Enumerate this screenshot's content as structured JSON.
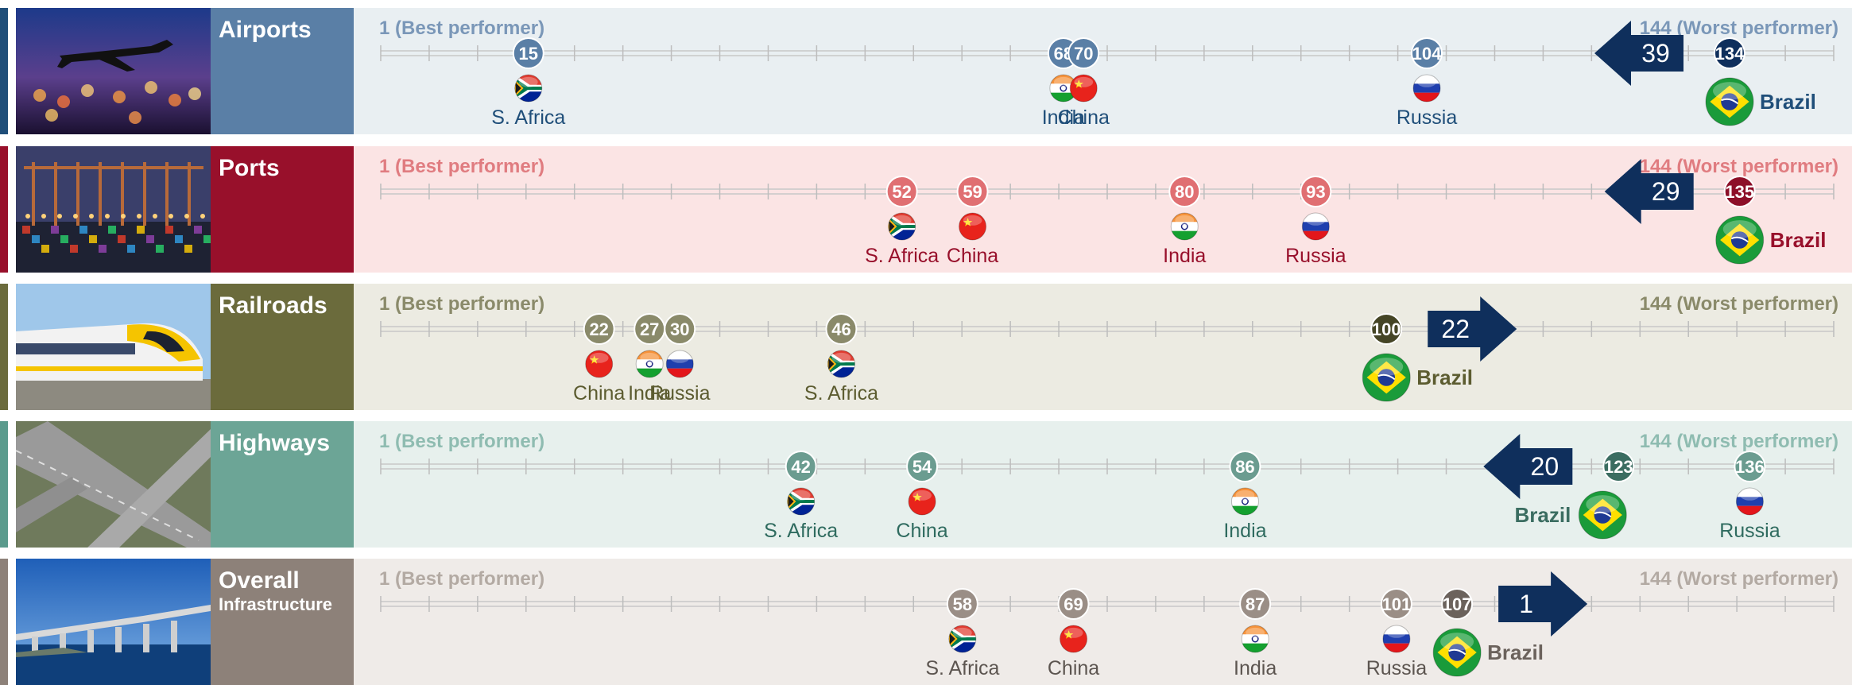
{
  "chart_data": [
    {
      "type": "scatter",
      "title": "Airports",
      "xlim": [
        1,
        144
      ],
      "min_label": "1 (Best performer)",
      "max_label": "144 (Worst performer)",
      "points": [
        {
          "country": "S. Africa",
          "rank": 15
        },
        {
          "country": "India",
          "rank": 68
        },
        {
          "country": "China",
          "rank": 70
        },
        {
          "country": "Russia",
          "rank": 104
        },
        {
          "country": "Brazil",
          "rank": 134
        }
      ],
      "arrow": {
        "value": "39",
        "direction": "left"
      }
    },
    {
      "type": "scatter",
      "title": "Ports",
      "xlim": [
        1,
        144
      ],
      "min_label": "1 (Best performer)",
      "max_label": "144 (Worst performer)",
      "points": [
        {
          "country": "S. Africa",
          "rank": 52
        },
        {
          "country": "China",
          "rank": 59
        },
        {
          "country": "India",
          "rank": 80
        },
        {
          "country": "Russia",
          "rank": 93
        },
        {
          "country": "Brazil",
          "rank": 135
        }
      ],
      "arrow": {
        "value": "29",
        "direction": "left"
      }
    },
    {
      "type": "scatter",
      "title": "Railroads",
      "xlim": [
        1,
        144
      ],
      "min_label": "1 (Best performer)",
      "max_label": "144 (Worst performer)",
      "points": [
        {
          "country": "China",
          "rank": 22
        },
        {
          "country": "India",
          "rank": 27
        },
        {
          "country": "Russia",
          "rank": 30
        },
        {
          "country": "S. Africa",
          "rank": 46
        },
        {
          "country": "Brazil",
          "rank": 100
        }
      ],
      "arrow": {
        "value": "22",
        "direction": "right"
      }
    },
    {
      "type": "scatter",
      "title": "Highways",
      "xlim": [
        1,
        144
      ],
      "min_label": "1 (Best performer)",
      "max_label": "144 (Worst performer)",
      "points": [
        {
          "country": "S. Africa",
          "rank": 42
        },
        {
          "country": "China",
          "rank": 54
        },
        {
          "country": "India",
          "rank": 86
        },
        {
          "country": "Brazil",
          "rank": 123
        },
        {
          "country": "Russia",
          "rank": 136
        }
      ],
      "arrow": {
        "value": "20",
        "direction": "left"
      }
    },
    {
      "type": "scatter",
      "title": "Overall",
      "subtitle": "Infrastructure",
      "xlim": [
        1,
        144
      ],
      "min_label": "1 (Best performer)",
      "max_label": "144 (Worst performer)",
      "points": [
        {
          "country": "S. Africa",
          "rank": 58
        },
        {
          "country": "China",
          "rank": 69
        },
        {
          "country": "India",
          "rank": 87
        },
        {
          "country": "Russia",
          "rank": 101
        },
        {
          "country": "Brazil",
          "rank": 107
        }
      ],
      "arrow": {
        "value": "1",
        "direction": "right"
      }
    }
  ],
  "theme": [
    {
      "accent": "#1f4e79",
      "label_bg": "#5a7fa6",
      "panel_bg": "#e9eff2",
      "bubble": "#5a7fa6",
      "end_text": "#7a97b8",
      "country_text": "#1f4e79",
      "brazil_bubble": "#0f2f5c",
      "brazil_text": "#1f4e79",
      "photo": "airport"
    },
    {
      "accent": "#98102b",
      "label_bg": "#98102b",
      "panel_bg": "#fbe4e4",
      "bubble": "#e06f72",
      "end_text": "#e07c80",
      "country_text": "#98102b",
      "brazil_bubble": "#8d0f28",
      "brazil_text": "#98102b",
      "photo": "port"
    },
    {
      "accent": "#6b6b3c",
      "label_bg": "#6b6b3c",
      "panel_bg": "#ecebe2",
      "bubble": "#8a8a6a",
      "end_text": "#8a8a6a",
      "country_text": "#5c5c30",
      "brazil_bubble": "#454525",
      "brazil_text": "#5c5c30",
      "photo": "train"
    },
    {
      "accent": "#5b9b8d",
      "label_bg": "#6ca596",
      "panel_bg": "#e7f0ed",
      "bubble": "#6b9c90",
      "end_text": "#8fbcb1",
      "country_text": "#2f6b5f",
      "brazil_bubble": "#3b6d61",
      "brazil_text": "#3b6d61",
      "photo": "highway"
    },
    {
      "accent": "#8d8179",
      "label_bg": "#8d8179",
      "panel_bg": "#efebe8",
      "bubble": "#9a8e86",
      "end_text": "#b3aaa3",
      "country_text": "#5c5550",
      "brazil_bubble": "#6b625c",
      "brazil_text": "#6b625c",
      "photo": "bridge"
    }
  ],
  "arrow_color": "#0f2f5c"
}
